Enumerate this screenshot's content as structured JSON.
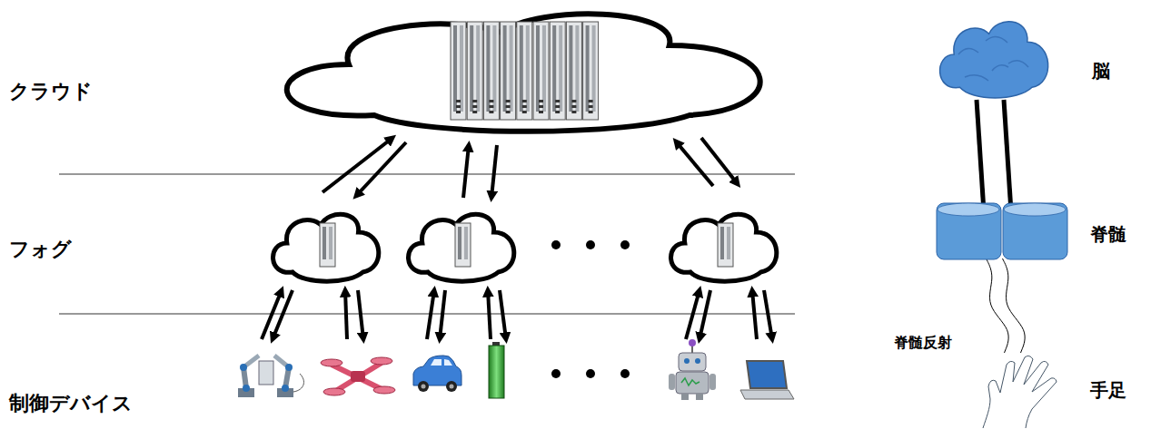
{
  "diagram": {
    "nodes": [
      {
        "text": [
          "脳"
        ]
      },
      {
        "text": [
          "脊髄"
        ]
      },
      {
        "text": [
          "手足"
        ]
      }
    ],
    "edges": [
      {
        "from": 0,
        "to": 1,
        "arrow": "none"
      },
      {
        "from": 0,
        "to": 1,
        "arrow": "none"
      },
      {
        "from": 1,
        "to": 2,
        "arrow": "none"
      },
      {
        "from": 1,
        "to": 2,
        "arrow": "none"
      }
    ],
    "labels": [
      "クラウド",
      "フォグ",
      "制御デバイス",
      "脊髄反射"
    ]
  }
}
